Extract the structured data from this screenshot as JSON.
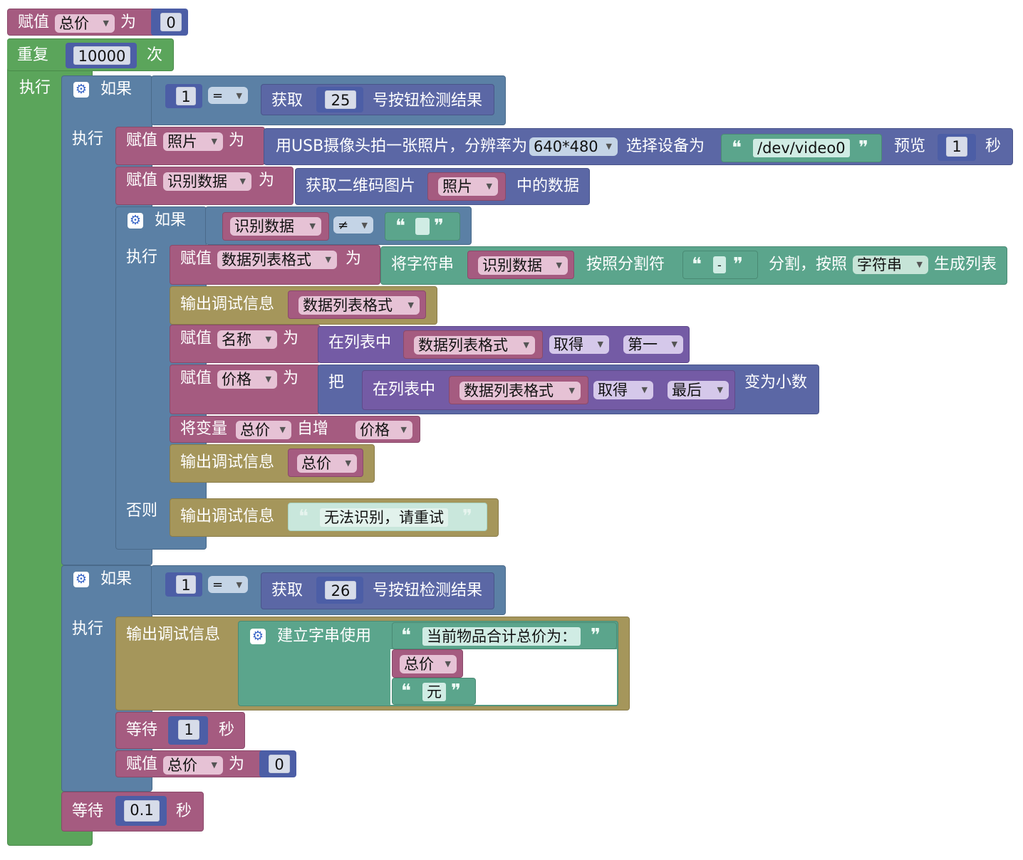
{
  "labels": {
    "assign": "赋值",
    "to": "为",
    "repeat": "重复",
    "times": "次",
    "do": "执行",
    "if": "如果",
    "else": "否则",
    "get": "获取",
    "button_result": "号按钮检测结果",
    "take_photo": "用USB摄像头拍一张照片，分辨率为",
    "select_device": "选择设备为",
    "preview": "预览",
    "seconds": "秒",
    "get_qr": "获取二维码图片",
    "qr_data": "中的数据",
    "split_string": "将字符串",
    "by_separator": "按照分割符",
    "split_by": "分割，按照",
    "make_list": "生成列表",
    "debug": "输出调试信息",
    "in_list": "在列表中",
    "to_decimal": "变为小数",
    "take": "把",
    "increment_var": "将变量",
    "increment": "自增",
    "wait": "等待",
    "build_string": "建立字串使用"
  },
  "variables": {
    "total": "总价",
    "photo": "照片",
    "recog": "识别数据",
    "list_format": "数据列表格式",
    "name": "名称",
    "price": "价格"
  },
  "options": {
    "eq": "=",
    "neq": "≠",
    "get": "取得",
    "first": "第一",
    "last": "最后",
    "string_mode": "字符串",
    "resolution": "640*480"
  },
  "values": {
    "init_total": "0",
    "repeat_count": "10000",
    "btn_cmp1": "1",
    "btn_id1": "25",
    "device": "/dev/video0",
    "preview_secs": "1",
    "separator": "-",
    "fail_msg": "无法识别，请重试",
    "btn_cmp2": "1",
    "btn_id2": "26",
    "total_msg": "当前物品合计总价为：",
    "currency": "元",
    "wait1": "1",
    "reset_total": "0",
    "wait2": "0.1"
  },
  "icons": {
    "mutator": "gear-icon",
    "quote_open": "open-quote-icon",
    "quote_close": "close-quote-icon"
  },
  "colors": {
    "variables": "#a55b80",
    "loops": "#5ba55b",
    "logic": "#5b80a5",
    "sensor": "#5b67a5",
    "text": "#5ba58c",
    "debug": "#a5965b",
    "lists": "#745ba5"
  }
}
